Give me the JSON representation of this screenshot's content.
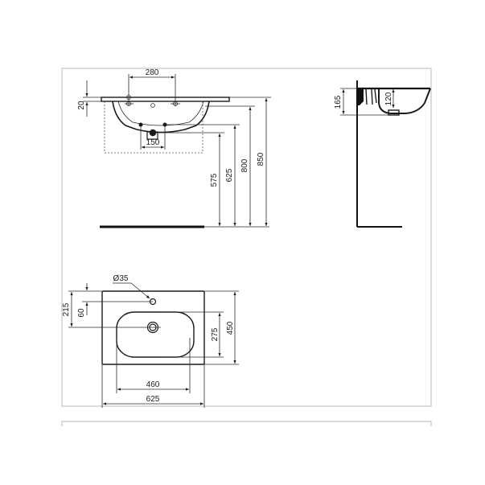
{
  "drawing": {
    "title": "Washbasin technical dimension drawing",
    "units": "mm",
    "colors": {
      "ink": "#1a1a1a",
      "frame": "#c4c4c4",
      "background": "#ffffff"
    },
    "front_view": {
      "dimensions": {
        "tap_hole_spacing": "280",
        "rim_thickness": "20",
        "supply_spacing": "150",
        "waste_height": "575",
        "supply_height": "625",
        "overflow_height": "800",
        "rim_height": "850"
      }
    },
    "side_view": {
      "dimensions": {
        "basin_depth_total": "165",
        "bowl_depth": "120"
      }
    },
    "top_view": {
      "dimensions": {
        "tap_hole_diameter": "Ø35",
        "tap_hole_offset": "60",
        "waste_offset": "215",
        "bowl_depth": "275",
        "overall_depth": "450",
        "bowl_width": "460",
        "overall_width": "625"
      }
    }
  }
}
